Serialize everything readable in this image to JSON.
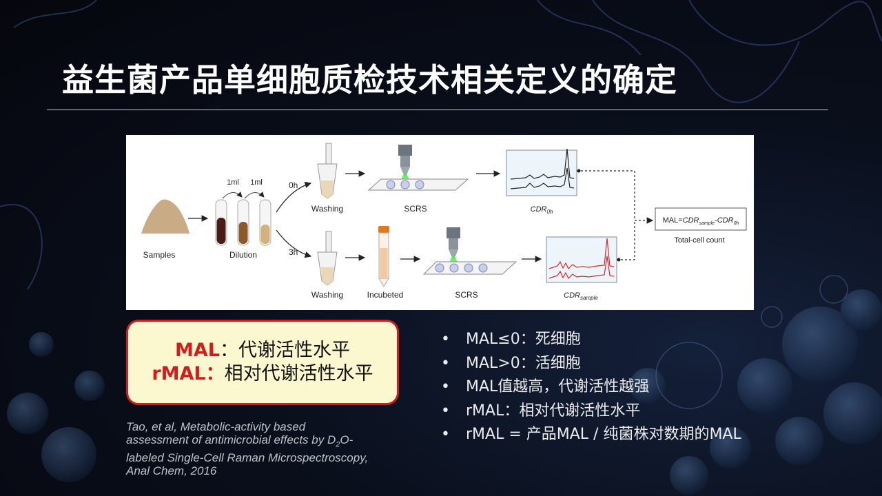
{
  "slide": {
    "title": "益生菌产品单细胞质检技术相关定义的确定"
  },
  "figure": {
    "samples_label": "Samples",
    "dilution_label": "Dilution",
    "dilution_volume_1": "1ml",
    "dilution_volume_2": "1ml",
    "time_0h": "0h",
    "time_3h": "3h",
    "washing_label_top": "Washing",
    "washing_label_bottom": "Washing",
    "incubated_label": "Incubeted",
    "scrs_label_top": "SCRS",
    "scrs_label_bottom": "SCRS",
    "cdr_0h_main": "CDR",
    "cdr_0h_sub": "0h",
    "cdr_sample_main": "CDR",
    "cdr_sample_sub": "sample",
    "formula_prefix": "MAL=",
    "formula_cdr1": "CDR",
    "formula_sub1": "sample",
    "formula_minus": "-",
    "formula_cdr2": "CDR",
    "formula_sub2": "0h",
    "total_cell_count_label": "Total-cell count"
  },
  "callout": {
    "line1_term": "MAL",
    "line1_def": "：代谢活性水平",
    "line2_term": "rMAL：",
    "line2_def": "相对代谢活性水平"
  },
  "bullets": [
    "MAL≤0：死细胞",
    "MAL>0：活细胞",
    "MAL值越高，代谢活性越强",
    "rMAL：相对代谢活性水平",
    "rMAL = 产品MAL / 纯菌株对数期的MAL"
  ],
  "citation": {
    "line1": "Tao, et al, Metabolic-activity based",
    "line2_pre": "assessment of antimicrobial effects by D",
    "line2_sub": "2",
    "line2_post": "O-",
    "line3": "labeled Single-Cell Raman Microspectroscopy,",
    "line4": "Anal Chem, 2016"
  },
  "colors": {
    "accent_red": "#d51c1c",
    "callout_bg": "#fbf8cf",
    "laser_green": "#2ee62e",
    "spectrum_red": "#d9262a"
  }
}
